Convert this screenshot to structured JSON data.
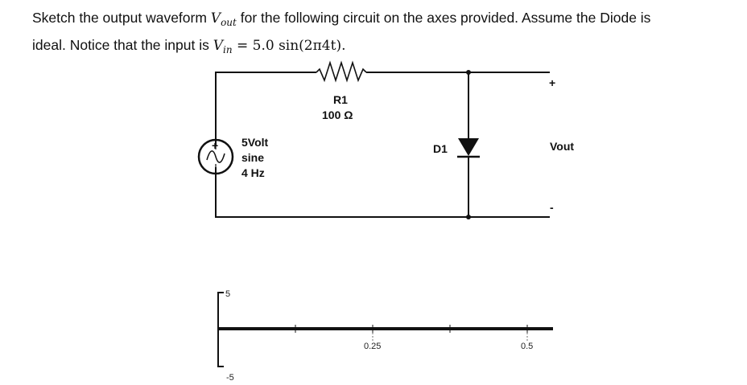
{
  "question": {
    "line1_prefix": "Sketch the output waveform ",
    "line1_var": "V",
    "line1_sub": "out",
    "line1_suffix": " for the following circuit on the axes provided. Assume the Diode is",
    "line2_prefix": "ideal. Notice that the input is ",
    "line2_var": "V",
    "line2_sub": "in",
    "line2_eq": " = 5.0 sin(2π4t)."
  },
  "circuit": {
    "resistor_name": "R1",
    "resistor_value": "100 Ω",
    "source_line1": "5Volt",
    "source_line2": "sine",
    "source_line3": "4 Hz",
    "source_plus": "+",
    "diode_name": "D1",
    "output_label": "Vout",
    "output_plus": "+",
    "output_minus": "-"
  },
  "axes": {
    "y_top": "5",
    "y_bottom": "-5",
    "x_tick_1": "0.25",
    "x_tick_2": "0.5"
  }
}
